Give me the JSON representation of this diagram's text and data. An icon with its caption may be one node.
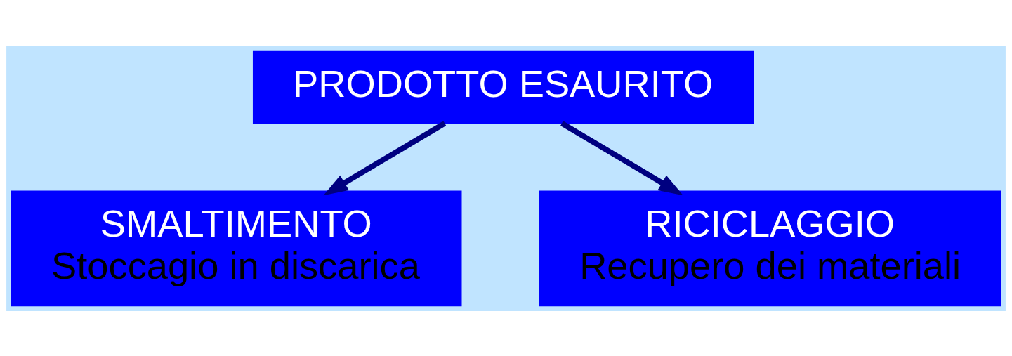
{
  "diagram": {
    "nodes": [
      {
        "text": [
          "PRODOTTO ESAURITO"
        ]
      },
      {
        "text": [
          "SMALTIMENTO",
          "Stoccagio in discarica"
        ]
      },
      {
        "text": [
          "RICICLAGGIO",
          "Recupero dei materiali"
        ]
      }
    ],
    "edges": [
      {
        "from": 0,
        "to": 1,
        "arrow": "to"
      },
      {
        "from": 0,
        "to": 2,
        "arrow": "to"
      }
    ]
  }
}
